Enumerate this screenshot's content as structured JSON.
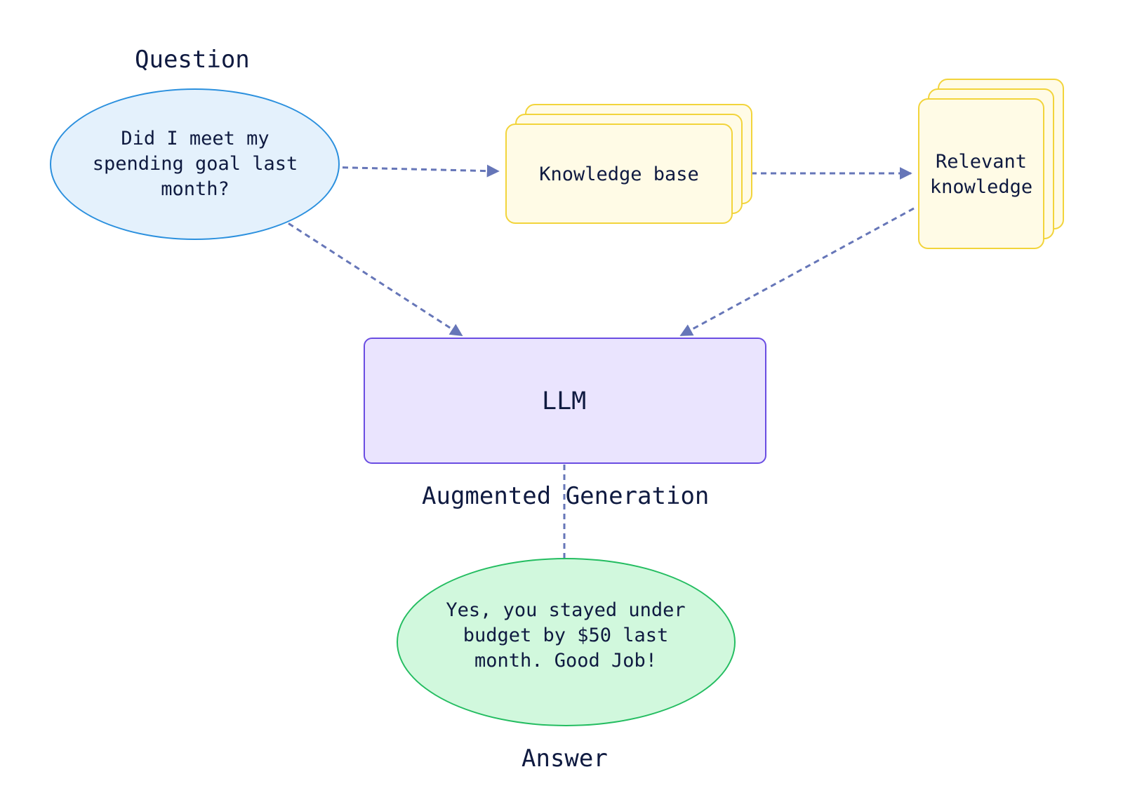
{
  "question": {
    "heading": "Question",
    "text": "Did I meet my spending goal last month?"
  },
  "knowledge_base": {
    "label": "Knowledge base"
  },
  "relevant_knowledge": {
    "text": "Relevant knowledge"
  },
  "llm": {
    "label": "LLM",
    "caption": "Augmented Generation"
  },
  "answer": {
    "heading": "Answer",
    "text": "Yes, you stayed under budget by $50 last month. Good Job!"
  },
  "colors": {
    "question_fill": "#e4f1fc",
    "question_border": "#2b90de",
    "knowledge_fill": "#fffbe6",
    "knowledge_border": "#f2d43b",
    "llm_fill": "#eae4fe",
    "llm_border": "#6a4de2",
    "answer_fill": "#d1f8dd",
    "answer_border": "#24bd61",
    "arrow": "#6676b8",
    "text": "#0f1a40"
  },
  "connectors": [
    {
      "from": "question",
      "to": "knowledge_base",
      "style": "dashed"
    },
    {
      "from": "knowledge_base",
      "to": "relevant_knowledge",
      "style": "dashed"
    },
    {
      "from": "question",
      "to": "llm",
      "style": "dashed"
    },
    {
      "from": "relevant_knowledge",
      "to": "llm",
      "style": "dashed"
    },
    {
      "from": "llm",
      "to": "answer",
      "style": "dashed"
    }
  ]
}
